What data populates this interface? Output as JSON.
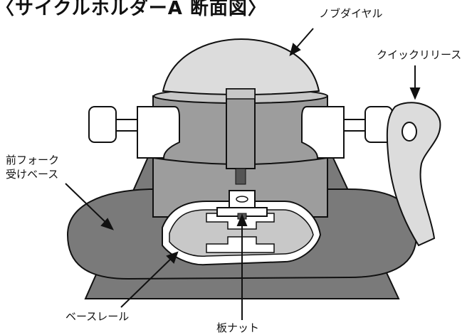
{
  "title": "〈サイクルホルダーA 断面図〉",
  "labels": {
    "knob_dial": "ノブダイヤル",
    "quick_release": "クイックリリース",
    "front_fork_base_line1": "前フォーク",
    "front_fork_base_line2": "受けベース",
    "base_rail": "ベースレール",
    "plate_nut": "板ナット"
  },
  "colors": {
    "outline": "#111111",
    "dark_gray": "#7a7a7a",
    "mid_gray": "#9d9d9d",
    "light_gray": "#c8c8c8",
    "lighter_gray": "#dcdcdc",
    "white": "#ffffff"
  }
}
